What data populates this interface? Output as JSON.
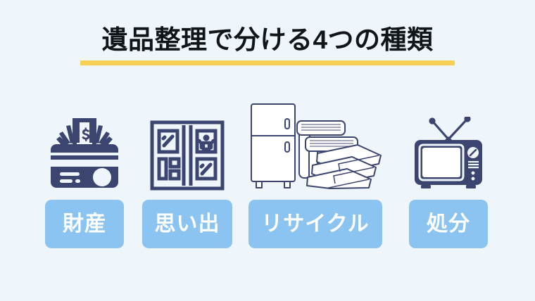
{
  "background_color": "#eef6fb",
  "title": {
    "text": "遺品整理で分ける4つの種類",
    "color": "#111418",
    "underline_color": "#f7cf52"
  },
  "palette": {
    "icon_dark_navy": "#3c4570",
    "icon_outline": "#3c4570",
    "chip_blue": "#8bc4f0",
    "chip_text": "#ffffff",
    "accent_yellow": "#f7cf52"
  },
  "categories": [
    {
      "id": "assets",
      "label": "財産",
      "icon_name": "money-credit-card-icon",
      "icon_style": "filled",
      "icon_description": "credit card with paper bills fanned behind"
    },
    {
      "id": "memories",
      "label": "思い出",
      "icon_name": "photo-album-icon",
      "icon_style": "outline",
      "icon_description": "open photo album with photographs"
    },
    {
      "id": "recycle",
      "label": "リサイクル",
      "icon_name": "refrigerator-books-icon",
      "icon_style": "outline",
      "icon_description": "refrigerator and a stack of books"
    },
    {
      "id": "disposal",
      "label": "処分",
      "icon_name": "retro-television-icon",
      "icon_style": "filled",
      "icon_description": "retro CRT television with antenna"
    }
  ]
}
